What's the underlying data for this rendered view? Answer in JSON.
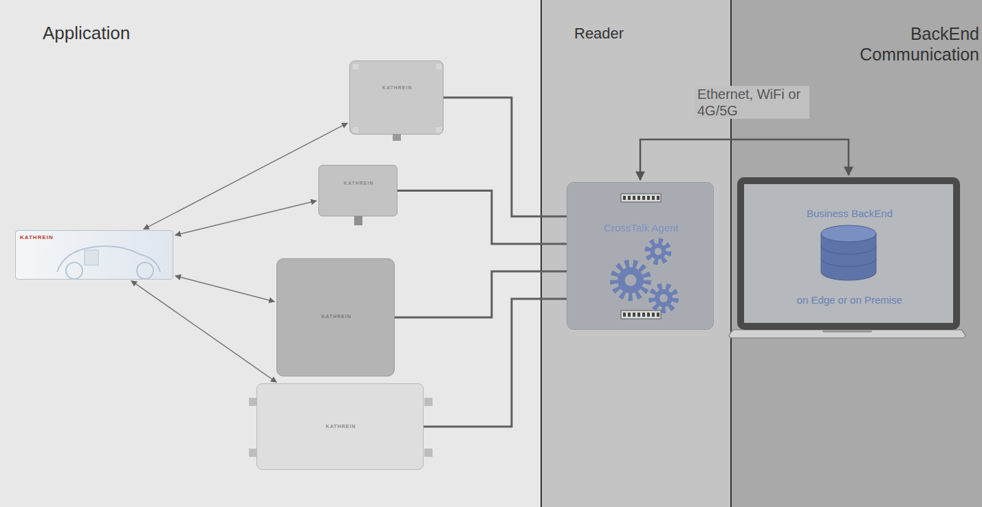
{
  "diagram": {
    "nodes": [
      {
        "text": [
          "Application"
        ]
      },
      {
        "text": [
          "Reader"
        ]
      },
      {
        "text": [
          "BackEnd Communication"
        ]
      },
      {
        "text": [
          "KATHREIN"
        ],
        "in": 0
      },
      {
        "text": [
          "KATHREIN"
        ],
        "in": 0
      },
      {
        "text": [
          "KATHREIN"
        ],
        "in": 0
      },
      {
        "text": [
          "KATHREIN"
        ],
        "in": 0
      },
      {
        "text": [
          "KATHREIN"
        ],
        "in": 0
      },
      {
        "text": [
          "CrossTalk Agent"
        ],
        "in": 1
      },
      {
        "text": [
          "Business BackEnd",
          "on Edge or on Premise"
        ],
        "in": 2
      }
    ],
    "edges": [
      {
        "from": 3,
        "to": 4,
        "arrow": "both"
      },
      {
        "from": 3,
        "to": 5,
        "arrow": "both"
      },
      {
        "from": 3,
        "to": 6,
        "arrow": "both"
      },
      {
        "from": 3,
        "to": 7,
        "arrow": "both"
      },
      {
        "from": 4,
        "to": 8,
        "arrow": "none"
      },
      {
        "from": 5,
        "to": 8,
        "arrow": "none"
      },
      {
        "from": 6,
        "to": 8,
        "arrow": "none"
      },
      {
        "from": 7,
        "to": 8,
        "arrow": "none"
      },
      {
        "from": 8,
        "to": 9,
        "label": "Ethernet, WiFi or 4G/5G",
        "arrow": "both"
      }
    ]
  }
}
